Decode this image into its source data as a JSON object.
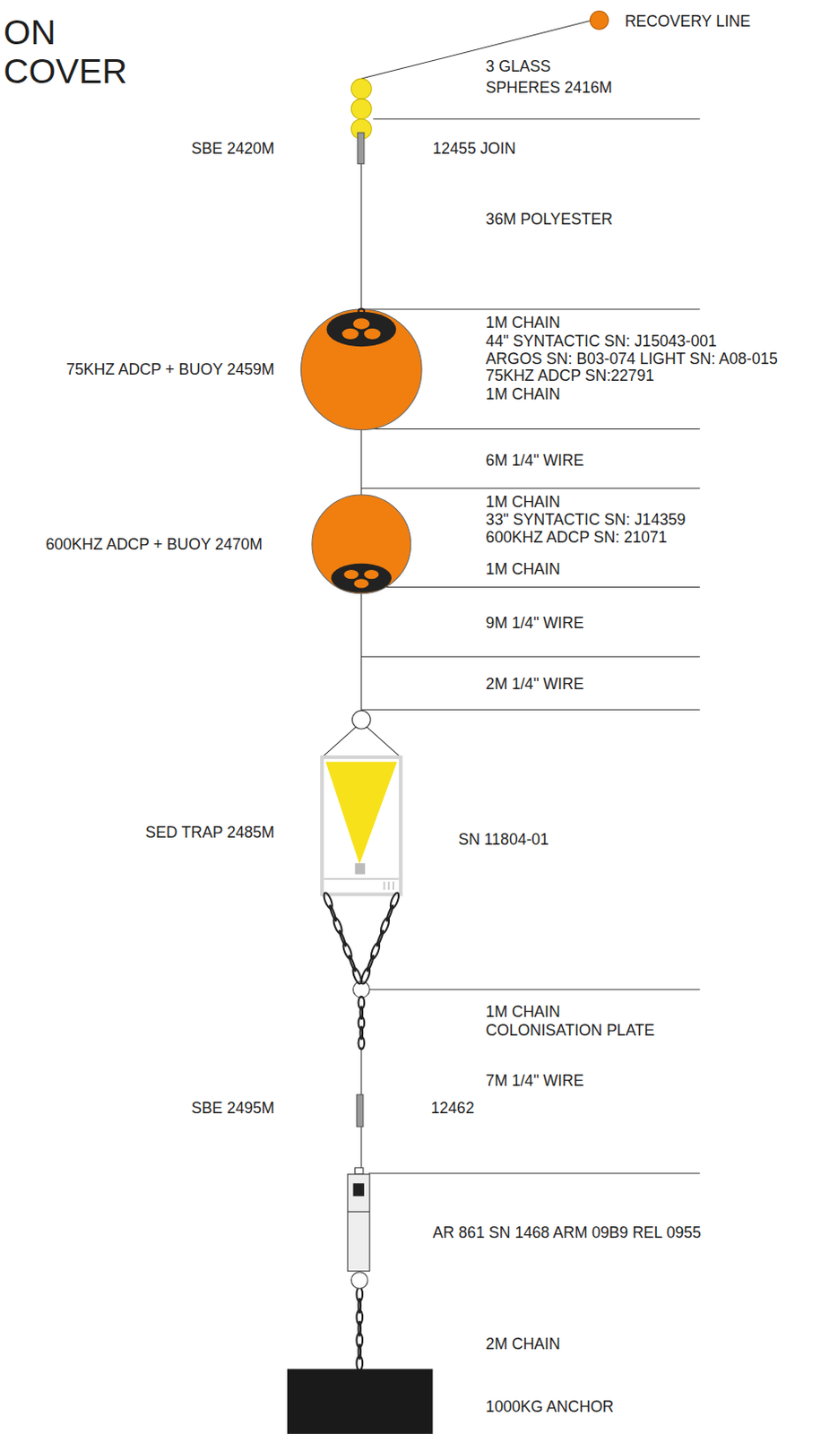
{
  "diagram": {
    "labels": [
      "ON",
      "COVER",
      "RECOVERY LINE",
      "3 GLASS SPHERES 2416M",
      "SBE 2420M",
      "12455 JOIN",
      "36M POLYESTER",
      "75KHZ ADCP + BUOY 2459M",
      "1M CHAIN",
      "44\" SYNTACTIC SN: J15043-001",
      "ARGOS SN: B03-074 LIGHT SN: A08-015",
      "75KHZ ADCP SN:22791",
      "1M CHAIN",
      "6M 1/4\" WIRE",
      "600KHZ ADCP + BUOY 2470M",
      "1M CHAIN",
      "33\" SYNTACTIC SN: J14359",
      "600KHZ ADCP SN: 21071",
      "1M CHAIN",
      "9M 1/4\" WIRE",
      "2M 1/4\" WIRE",
      "SED TRAP 2485M",
      "SN 11804-01",
      "1M CHAIN",
      "COLONISATION PLATE",
      "7M 1/4\" WIRE",
      "SBE 2495M",
      "12462",
      "AR 861 SN 1468 ARM 09B9 REL 0955",
      "2M CHAIN",
      "1000KG ANCHOR"
    ]
  }
}
